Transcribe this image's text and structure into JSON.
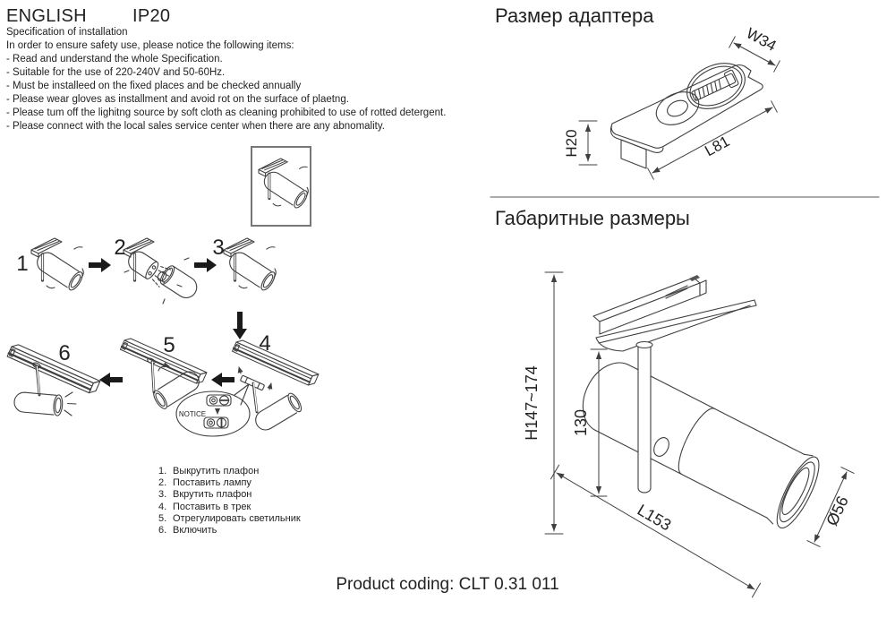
{
  "header": {
    "language_label": "ENGLISH",
    "ip_rating": "IP20"
  },
  "spec": {
    "title": "Specification of installation",
    "intro": "In order to ensure safety use, please notice the following items:",
    "items": [
      "- Read and understand the whole Specification.",
      "- Suitable for the use of 220-240V and 50-60Hz.",
      "- Must be installeed on the fixed places and be checked annually",
      "- Please wear gloves as installment and avoid rot on the surface of plaetng.",
      "- Please tum off the lighitng source by soft cloth as cleaning prohibited to use of rotted detergent.",
      "- Please connect with the local sales service center when there are any abnomality."
    ]
  },
  "installation": {
    "notice_label": "NOTICE",
    "step_numbers": [
      "1",
      "2",
      "3",
      "4",
      "5",
      "6"
    ],
    "steps_ru": [
      {
        "num": "1.",
        "text": "Выкрутить  плафон"
      },
      {
        "num": "2.",
        "text": "Поставить лампу"
      },
      {
        "num": "3.",
        "text": "Вкрутить плафон"
      },
      {
        "num": "4.",
        "text": "Поставить в трек"
      },
      {
        "num": "5.",
        "text": "Отрегулировать светильник"
      },
      {
        "num": "6.",
        "text": "Включить"
      }
    ]
  },
  "adapter_section": {
    "title": "Размер адаптера",
    "dim_width": "W34",
    "dim_height": "H20",
    "dim_length": "L81"
  },
  "overall_section": {
    "title": "Габаритные размеры",
    "dim_height_range": "H147~174",
    "dim_stem_height": "130",
    "dim_length": "L153",
    "dim_diameter": "Ø56"
  },
  "footer": {
    "product_coding": "Product coding: CLT 0.31 011"
  },
  "colors": {
    "line": "#3f3f3f",
    "text": "#222222",
    "accent_dark": "#1a1a1a"
  }
}
